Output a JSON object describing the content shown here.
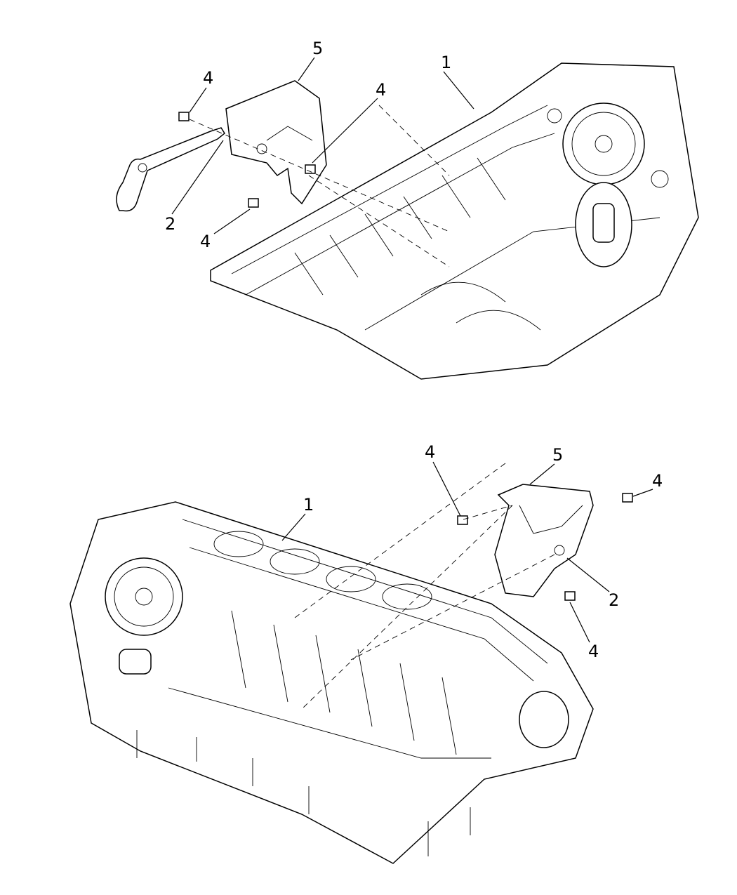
{
  "views": [
    {
      "name": "upper-view",
      "callouts": [
        {
          "id": "5",
          "text": "5"
        },
        {
          "id": "4a",
          "text": "4"
        },
        {
          "id": "4b",
          "text": "4"
        },
        {
          "id": "1",
          "text": "1"
        },
        {
          "id": "2",
          "text": "2"
        },
        {
          "id": "4c",
          "text": "4"
        }
      ]
    },
    {
      "name": "lower-view",
      "callouts": [
        {
          "id": "4a",
          "text": "4"
        },
        {
          "id": "5",
          "text": "5"
        },
        {
          "id": "4b",
          "text": "4"
        },
        {
          "id": "1",
          "text": "1"
        },
        {
          "id": "2",
          "text": "2"
        },
        {
          "id": "4c",
          "text": "4"
        }
      ]
    }
  ]
}
